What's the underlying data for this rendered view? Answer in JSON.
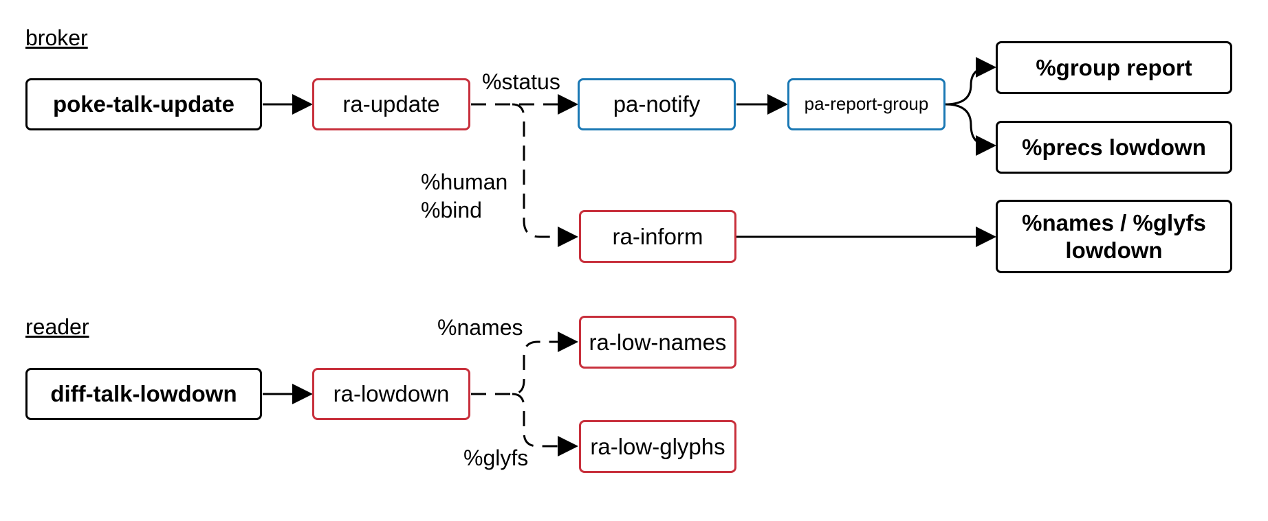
{
  "sections": {
    "broker": "broker",
    "reader": "reader"
  },
  "nodes": {
    "poke_talk_update": "poke-talk-update",
    "ra_update": "ra-update",
    "pa_notify": "pa-notify",
    "pa_report_group": "pa-report-group",
    "group_report": "%group report",
    "precs_lowdown": "%precs lowdown",
    "ra_inform": "ra-inform",
    "names_glyfs_lowdown_line1": "%names / %glyfs",
    "names_glyfs_lowdown_line2": "lowdown",
    "diff_talk_lowdown": "diff-talk-lowdown",
    "ra_lowdown": "ra-lowdown",
    "ra_low_names": "ra-low-names",
    "ra_low_glyphs": "ra-low-glyphs"
  },
  "edge_labels": {
    "status": "%status",
    "human": "%human",
    "bind": "%bind",
    "names": "%names",
    "glyfs": "%glyfs"
  },
  "colors": {
    "red_border": "#c8303c",
    "blue_border": "#1a78b4",
    "black_border": "#000000"
  }
}
